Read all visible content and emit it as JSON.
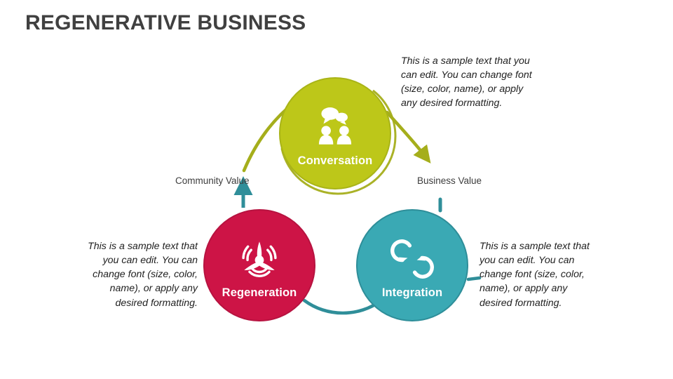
{
  "slide": {
    "title": "REGENERATIVE BUSINESS",
    "background_color": "#ffffff",
    "title_color": "#404040"
  },
  "diagram_data": {
    "type": "cycle-diagram",
    "nodes": [
      {
        "id": "conversation",
        "label": "Conversation",
        "icon": "people-speech-bubbles-icon",
        "color": "#bdc719",
        "position": "top"
      },
      {
        "id": "regeneration",
        "label": "Regeneration",
        "icon": "turbine-regeneration-icon",
        "color": "#cd1446",
        "position": "bottom-left"
      },
      {
        "id": "integration",
        "label": "Integration",
        "icon": "interlocking-arrows-icon",
        "color": "#3aa9b4",
        "position": "bottom-right"
      }
    ],
    "connector_captions": [
      {
        "id": "community-value",
        "label": "Community Value",
        "color": "#3d3d3d"
      },
      {
        "id": "business-value",
        "label": "Business Value",
        "color": "#3d3d3d"
      }
    ],
    "connector_colors": {
      "olive_arrow": "#a5ae1b",
      "teal_arrow": "#2f8e99"
    }
  },
  "callouts": {
    "top_right": "This is a sample text that you can edit. You can change font (size, color, name), or apply any desired formatting.",
    "left": "This is a sample text that you can edit. You can change font (size, color, name), or apply any desired formatting.",
    "right": "This is a sample text that you can edit. You can change font (size, color, name), or apply any desired formatting."
  }
}
